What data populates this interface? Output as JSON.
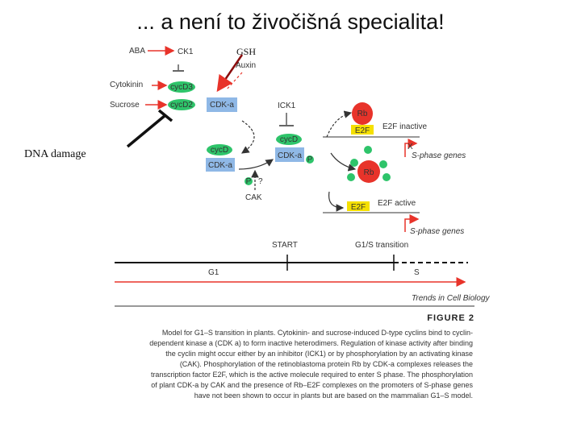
{
  "title": "... a není to živočišná specialita!",
  "labels": {
    "aba": "ABA",
    "ck1": "CK1",
    "gsh": "GSH",
    "auxin": "Auxin",
    "cytokinin": "Cytokinin",
    "sucrose": "Sucrose",
    "cycd3": "cycD3",
    "cycd2": "cycD2",
    "cdka": "CDK-a",
    "ick1": "ICK1",
    "dna_damage": "DNA damage",
    "cycd_lower": "cycD",
    "cdka_lower": "CDK-a",
    "cycd_mid": "cycD",
    "cdka_mid": "CDK-a",
    "question": "?",
    "cak": "CAK",
    "p": "P",
    "rb": "Rb",
    "e2f": "E2F",
    "e2f_inactive": "E2F inactive",
    "sphase_genes_top": "S-phase genes",
    "rb_phos": "Rb",
    "e2f_free": "E2F",
    "e2f_active": "E2F active",
    "sphase_genes_bottom": "S-phase genes",
    "start": "START",
    "g1s_transition": "G1/S transition",
    "g1": "G1",
    "s": "S",
    "journal": "Trends in Cell Biology"
  },
  "figure_label": "FIGURE 2",
  "caption_lines": [
    "Model for G1–S transition in plants. Cytokinin- and sucrose-induced D-type cyclins bind to cyclin-",
    "dependent kinase a (CDK a) to form inactive heterodimers. Regulation of kinase activity after binding",
    "the cyclin might occur either by an inhibitor (ICK1) or by phosphorylation by an activating kinase",
    "(CAK). Phosphorylation of the retinoblastoma protein Rb by CDK-a complexes releases the",
    "transcription factor E2F, which is the active molecule required to enter S phase. The phosphorylation",
    "of plant CDK-a by CAK and the presence of Rb–E2F complexes on the promoters of S-phase genes",
    "have not been shown to occur in plants but are based on the mammalian G1–S model."
  ],
  "colors": {
    "red": "#e8332a",
    "green": "#2ec46a",
    "blue": "#8fb8e6",
    "yellow": "#f5e000"
  }
}
